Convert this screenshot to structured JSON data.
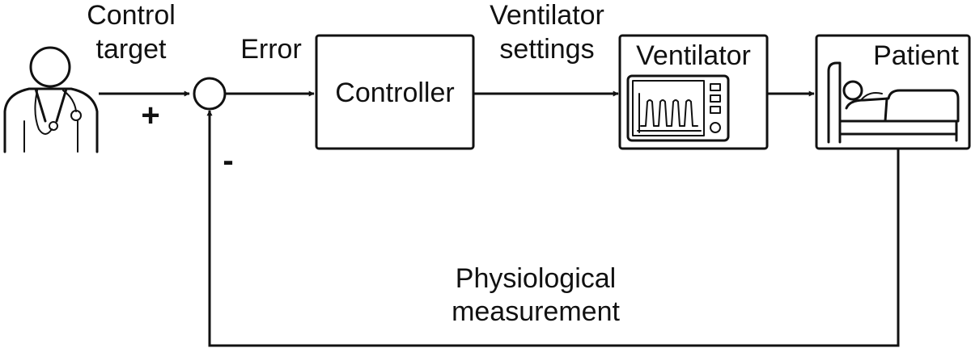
{
  "labels": {
    "control_target_line1": "Control",
    "control_target_line2": "target",
    "error": "Error",
    "ventilator_settings_line1": "Ventilator",
    "ventilator_settings_line2": "settings",
    "feedback_line1": "Physiological",
    "feedback_line2": "measurement",
    "plus_sign": "+",
    "minus_sign": "-"
  },
  "blocks": {
    "controller": "Controller",
    "ventilator": "Ventilator",
    "patient": "Patient"
  },
  "icons": {
    "clinician": "doctor-with-stethoscope-icon",
    "ventilator_screen": "ventilator-waveform-monitor-icon",
    "patient_bed": "patient-in-bed-icon"
  },
  "colors": {
    "line": "#111111",
    "background": "#ffffff"
  }
}
